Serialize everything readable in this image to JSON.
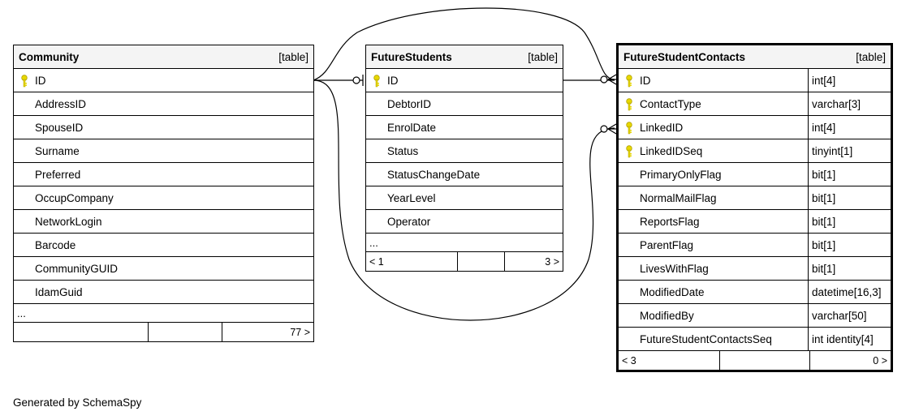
{
  "tables": [
    {
      "name": "Community",
      "kind": "[table]",
      "columns": [
        {
          "name": "ID",
          "key": true
        },
        {
          "name": "AddressID",
          "key": false
        },
        {
          "name": "SpouseID",
          "key": false
        },
        {
          "name": "Surname",
          "key": false
        },
        {
          "name": "Preferred",
          "key": false
        },
        {
          "name": "OccupCompany",
          "key": false
        },
        {
          "name": "NetworkLogin",
          "key": false
        },
        {
          "name": "Barcode",
          "key": false
        },
        {
          "name": "CommunityGUID",
          "key": false
        },
        {
          "name": "IdamGuid",
          "key": false
        }
      ],
      "ellipsis": "...",
      "footer": {
        "left": "",
        "right": "77 >"
      }
    },
    {
      "name": "FutureStudents",
      "kind": "[table]",
      "columns": [
        {
          "name": "ID",
          "key": true
        },
        {
          "name": "DebtorID",
          "key": false
        },
        {
          "name": "EnrolDate",
          "key": false
        },
        {
          "name": "Status",
          "key": false
        },
        {
          "name": "StatusChangeDate",
          "key": false
        },
        {
          "name": "YearLevel",
          "key": false
        },
        {
          "name": "Operator",
          "key": false
        }
      ],
      "ellipsis": "...",
      "footer": {
        "left": "< 1",
        "right": "3 >"
      }
    },
    {
      "name": "FutureStudentContacts",
      "kind": "[table]",
      "columns": [
        {
          "name": "ID",
          "type": "int[4]",
          "key": true
        },
        {
          "name": "ContactType",
          "type": "varchar[3]",
          "key": true
        },
        {
          "name": "LinkedID",
          "type": "int[4]",
          "key": true
        },
        {
          "name": "LinkedIDSeq",
          "type": "tinyint[1]",
          "key": true
        },
        {
          "name": "PrimaryOnlyFlag",
          "type": "bit[1]",
          "key": false
        },
        {
          "name": "NormalMailFlag",
          "type": "bit[1]",
          "key": false
        },
        {
          "name": "ReportsFlag",
          "type": "bit[1]",
          "key": false
        },
        {
          "name": "ParentFlag",
          "type": "bit[1]",
          "key": false
        },
        {
          "name": "LivesWithFlag",
          "type": "bit[1]",
          "key": false
        },
        {
          "name": "ModifiedDate",
          "type": "datetime[16,3]",
          "key": false
        },
        {
          "name": "ModifiedBy",
          "type": "varchar[50]",
          "key": false
        },
        {
          "name": "FutureStudentContactsSeq",
          "type": "int identity[4]",
          "key": false
        }
      ],
      "footer": {
        "left": "< 3",
        "right": "0 >"
      }
    }
  ],
  "credit": "Generated by SchemaSpy",
  "colors": {
    "key_icon": "#e8d800",
    "header_bg": "#f4f4f4",
    "line": "#000000"
  }
}
